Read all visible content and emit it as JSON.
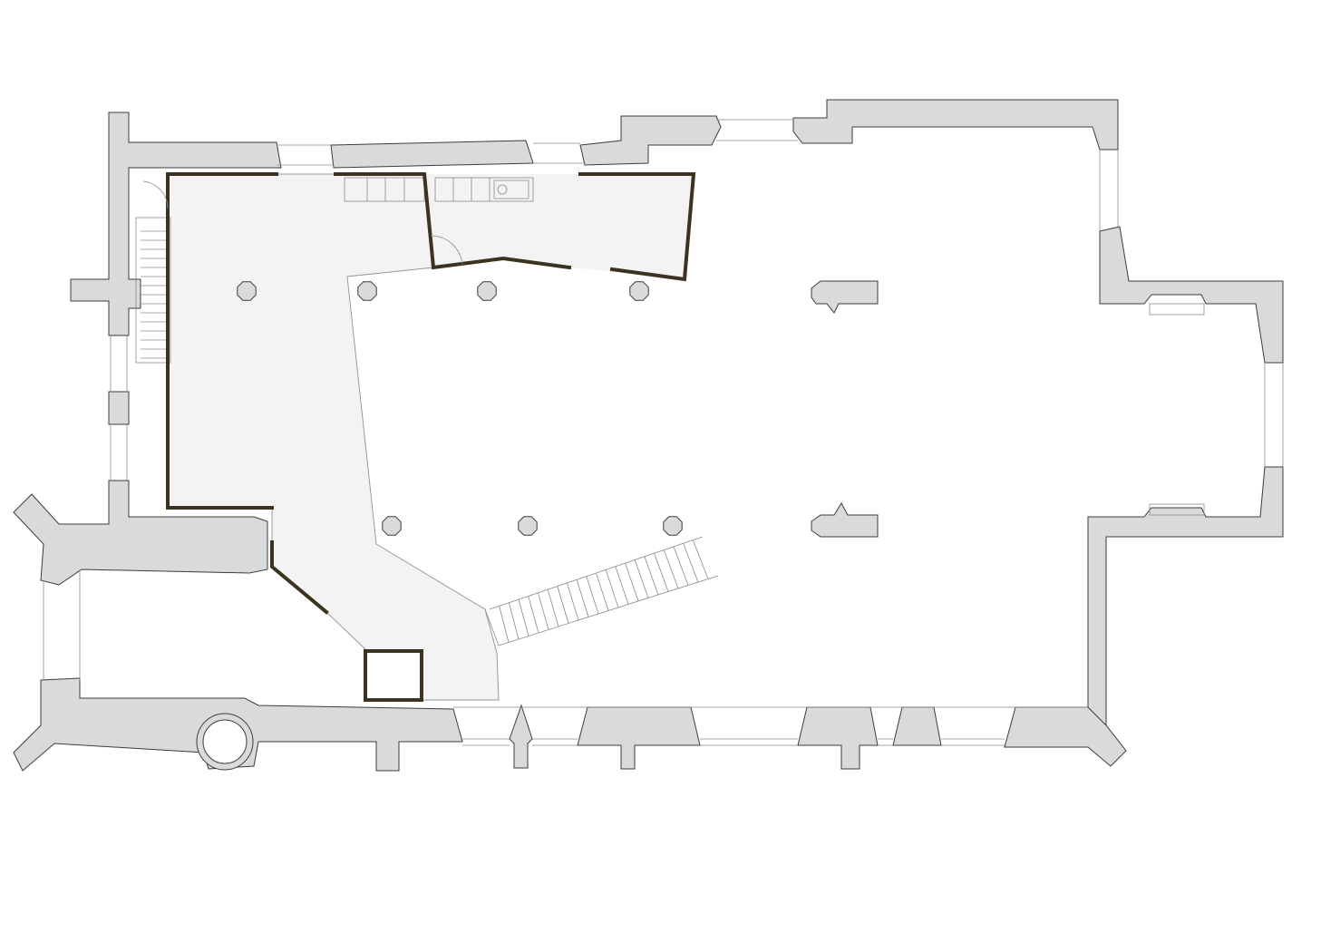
{
  "colors": {
    "wall_fill": "#d9dadb",
    "wall_stroke": "#3c3c3c",
    "floor_fill": "#f3f3f3",
    "partition": "#3b3320",
    "background": "#ffffff"
  },
  "icons": [
    "floor-plan",
    "column-icon",
    "staircase-icon",
    "door-swing-icon",
    "sink-icon"
  ],
  "plan": {
    "columns": 7,
    "pilasters": 2
  }
}
